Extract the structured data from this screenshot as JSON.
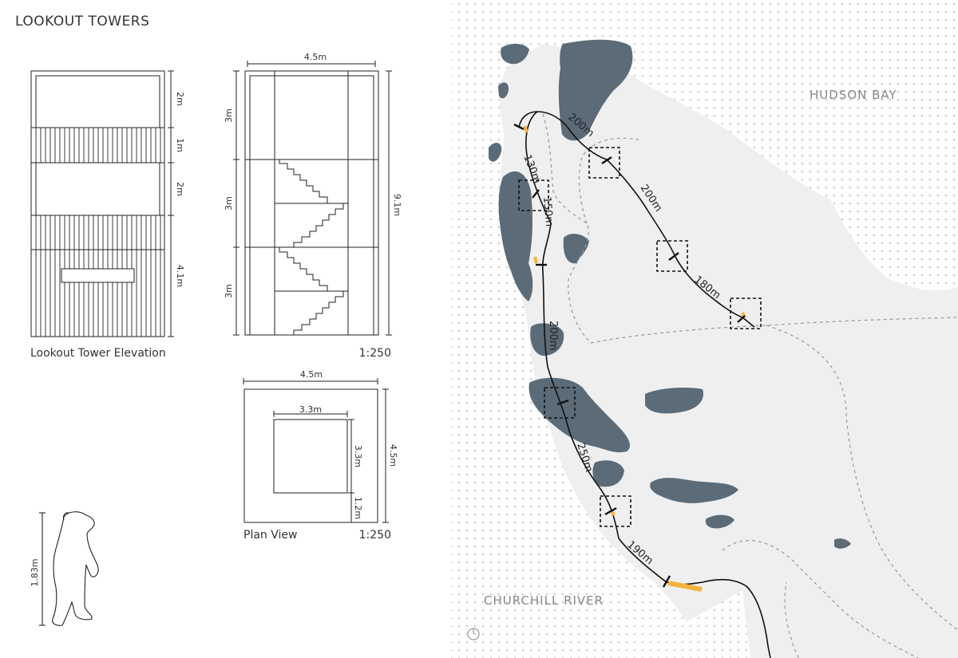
{
  "title": "LOOKOUT TOWERS",
  "elevation": {
    "caption": "Lookout Tower Elevation",
    "dims": [
      "2m",
      "1m",
      "2m",
      "4.1m"
    ]
  },
  "section": {
    "width": "4.5m",
    "height": "9.1m",
    "floors": [
      "3m",
      "3m",
      "3m"
    ],
    "scale": "1:250"
  },
  "plan": {
    "caption": "Plan View",
    "scale": "1:250",
    "outer_w": "4.5m",
    "outer_h": "4.5m",
    "inner_w": "3.3m",
    "inner_h": "3.3m",
    "offset": "1.2m"
  },
  "bear": {
    "height": "1.83m"
  },
  "map": {
    "labels": {
      "bay": "HUDSON BAY",
      "river": "CHURCHILL RIVER"
    },
    "segments": [
      "200m",
      "200m",
      "180m",
      "130m",
      "150m",
      "200m",
      "250m",
      "190m"
    ],
    "colors": {
      "water_dots": "#d2d2d2",
      "land": "#efefef",
      "rock": "#5b6b78",
      "path": "#111111",
      "highlight": "#f3b43c"
    }
  }
}
